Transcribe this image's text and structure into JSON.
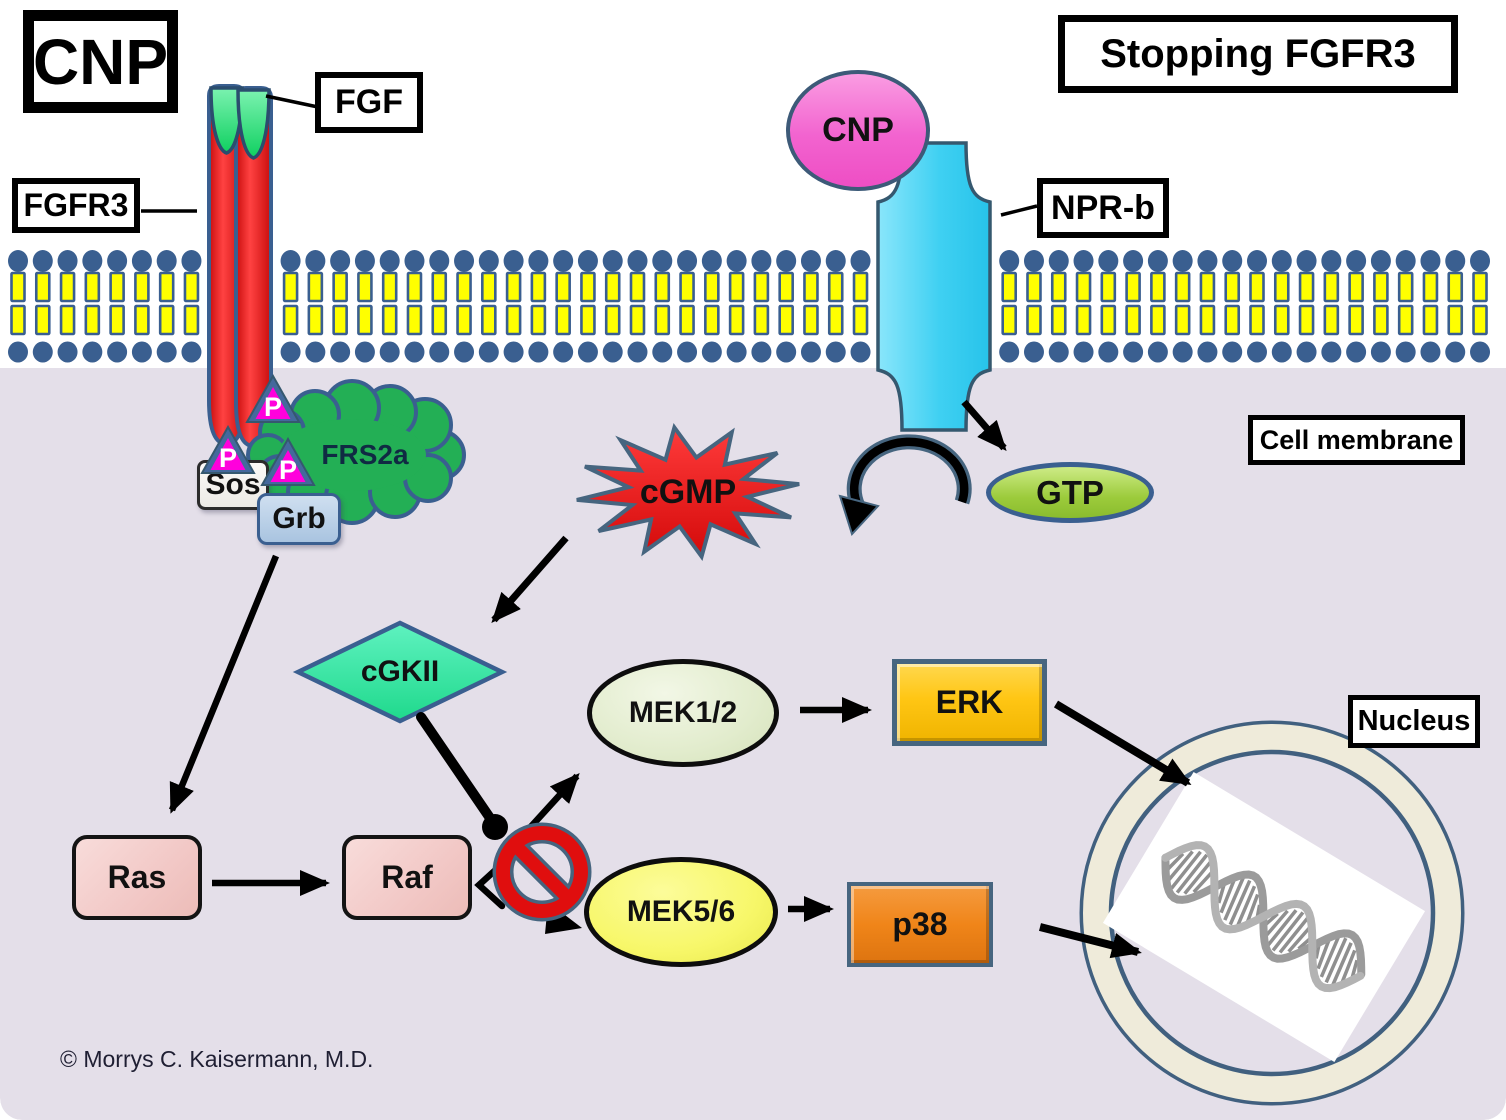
{
  "diagram_title": {
    "corner_label": "CNP",
    "header": "Stopping FGFR3"
  },
  "annotations": {
    "fgf": "FGF",
    "fgfr3": "FGFR3",
    "npr_b": "NPR-b",
    "cell_membrane": "Cell membrane",
    "nucleus": "Nucleus"
  },
  "molecules": {
    "cnp_ligand": "CNP",
    "frs2a": "FRS2a",
    "sos": "Sos",
    "grb": "Grb",
    "phospho": "P",
    "cgmp": "cGMP",
    "gtp": "GTP",
    "cgkii": "cGKII",
    "ras": "Ras",
    "raf": "Raf",
    "mek12": "MEK1/2",
    "mek56": "MEK5/6",
    "erk": "ERK",
    "p38": "p38"
  },
  "footer": {
    "copyright": "© Morrys C. Kaisermann, M.D."
  },
  "colors": {
    "outline_slate": "#3A5F90",
    "lipid_head_blue": "#3A5F90",
    "lipid_tail_yellow": "#FFFF00",
    "fgfr3_red": "#EE1414",
    "fgf_green": "#2EE86E",
    "cnp_pink": "#F763D3",
    "nprb_cyan": "#3FD0F2",
    "cgmp_red": "#E81111",
    "gtp_green": "#9CCB3B",
    "cgkii_green": "#2FE89E",
    "mek12_sage": "#E2ECCD",
    "mek56_yellow": "#F7F769",
    "erk_gold": "#FFC614",
    "p38_orange": "#F08519",
    "ras_raf_pink": "#F2C8C6",
    "phospho_magenta": "#FF00DC",
    "prohibition_red": "#E00E0E",
    "cytoplasm_lavender": "#E4DFE9",
    "nucleus_ring_cream": "#EFEBDA"
  }
}
